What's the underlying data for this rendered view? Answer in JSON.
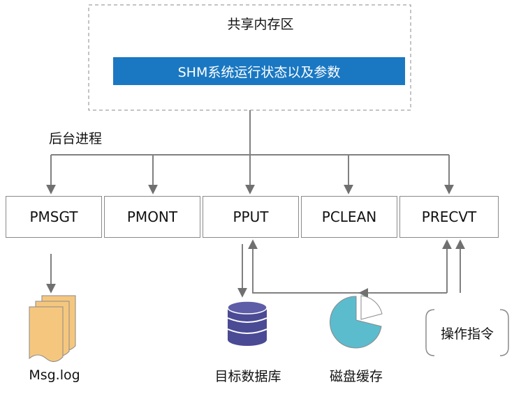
{
  "shared_memory": {
    "title": "共享内存区",
    "banner": "SHM系统运行状态以及参数"
  },
  "background_label": "后台进程",
  "processes": [
    {
      "label": "PMSGT"
    },
    {
      "label": "PMONT"
    },
    {
      "label": "PPUT"
    },
    {
      "label": "PCLEAN"
    },
    {
      "label": "PRECVT"
    }
  ],
  "outputs": {
    "log": "Msg.log",
    "database": "目标数据库",
    "disk_cache": "磁盘缓存",
    "command": "操作指令"
  },
  "colors": {
    "banner": "#1a78c2",
    "log_file": "#f5c77e",
    "database": "#4b4a94",
    "disk": "#5bbcce",
    "line": "#808080"
  }
}
